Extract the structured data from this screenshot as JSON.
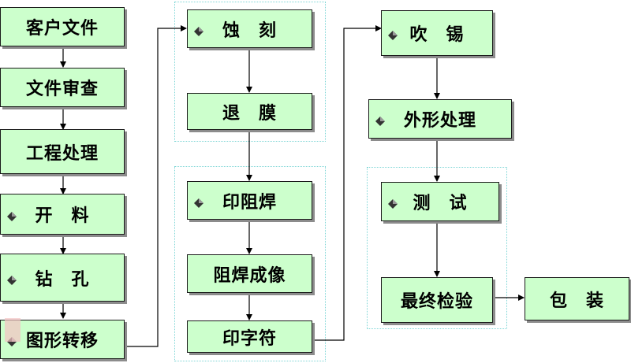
{
  "steps": {
    "customer_files": "客户文件",
    "file_review": "文件审查",
    "engineering": "工程处理",
    "cutting": "开　料",
    "drilling": "钻　孔",
    "pattern_transfer": "图形转移",
    "etching": "蚀　刻",
    "stripping": "退　膜",
    "solder_mask": "印阻焊",
    "solder_mask_imaging": "阻焊成像",
    "legend_print": "印字符",
    "hot_air_leveling": "吹　锡",
    "profiling": "外形处理",
    "testing": "测　试",
    "final_inspection": "最终检验",
    "packaging": "包　装"
  },
  "colors": {
    "box_fill": "#ccffcc",
    "box_border": "#1a1a1a",
    "arrow": "#000000",
    "group_border": "#7fd6d6"
  },
  "icons": {
    "bullet": "diamond-bullet-icon",
    "watermark": "logo-watermark"
  }
}
